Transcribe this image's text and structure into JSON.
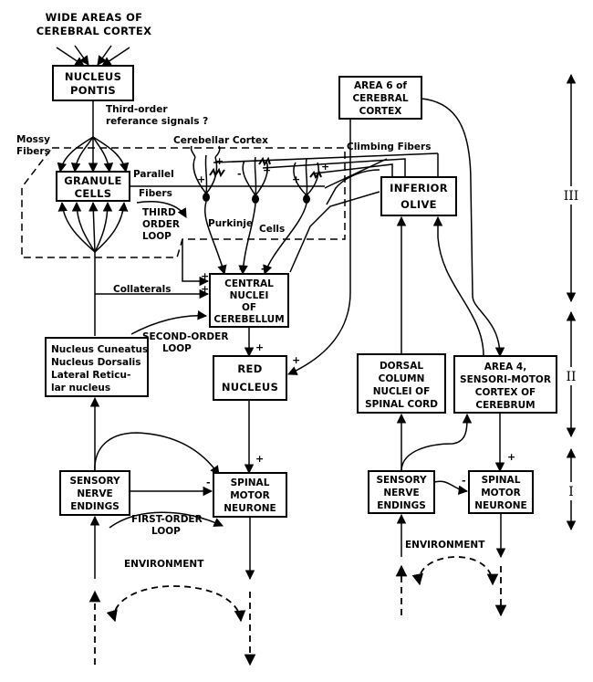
{
  "title_top": [
    "WIDE AREAS OF",
    "CEREBRAL CORTEX"
  ],
  "boxes": {
    "nucleus_pontis": [
      "NUCLEUS",
      "PONTIS"
    ],
    "granule_cells": [
      "GRANULE",
      "CELLS"
    ],
    "central_nuclei": [
      "CENTRAL",
      "NUCLEI",
      "OF",
      "CEREBELLUM"
    ],
    "nucleus_cuneatus": [
      "Nucleus Cuneatus",
      "Nucleus Dorsalis",
      "Lateral Reticu-",
      "lar nucleus"
    ],
    "red_nucleus": [
      "RED",
      "NUCLEUS"
    ],
    "sensory_left": [
      "SENSORY",
      "NERVE",
      "ENDINGS"
    ],
    "spinal_left": [
      "SPINAL",
      "MOTOR",
      "NEURONE"
    ],
    "area6": [
      "AREA 6 of",
      "CEREBRAL",
      "CORTEX"
    ],
    "inferior_olive": [
      "INFERIOR",
      "OLIVE"
    ],
    "dorsal_column": [
      "DORSAL",
      "COLUMN",
      "NUCLEI OF",
      "SPINAL CORD"
    ],
    "area4": [
      "AREA 4,",
      "SENSORI-MOTOR",
      "CORTEX OF",
      "CEREBRUM"
    ],
    "sensory_right": [
      "SENSORY",
      "NERVE",
      "ENDINGS"
    ],
    "spinal_right": [
      "SPINAL",
      "MOTOR",
      "NEURONE"
    ]
  },
  "labels": {
    "third_order_ref": [
      "Third-order",
      "referance signals ?"
    ],
    "mossy": [
      "Mossy",
      "Fibers"
    ],
    "cerebellar_cortex": "Cerebellar Cortex",
    "climbing": "Climbing Fibers",
    "parallel": [
      "Parallel",
      "Fibers"
    ],
    "third_loop": [
      "THIRD",
      "ORDER",
      "LOOP"
    ],
    "purkinje": "Purkinje",
    "cells": "Cells",
    "collaterals": "Collaterals",
    "second_loop": [
      "SECOND-ORDER",
      "LOOP"
    ],
    "first_loop": [
      "FIRST-ORDER",
      "LOOP"
    ],
    "environment_left": "ENVIRONMENT",
    "environment_right": "ENVIRONMENT"
  },
  "levels": [
    "III",
    "II",
    "I"
  ]
}
